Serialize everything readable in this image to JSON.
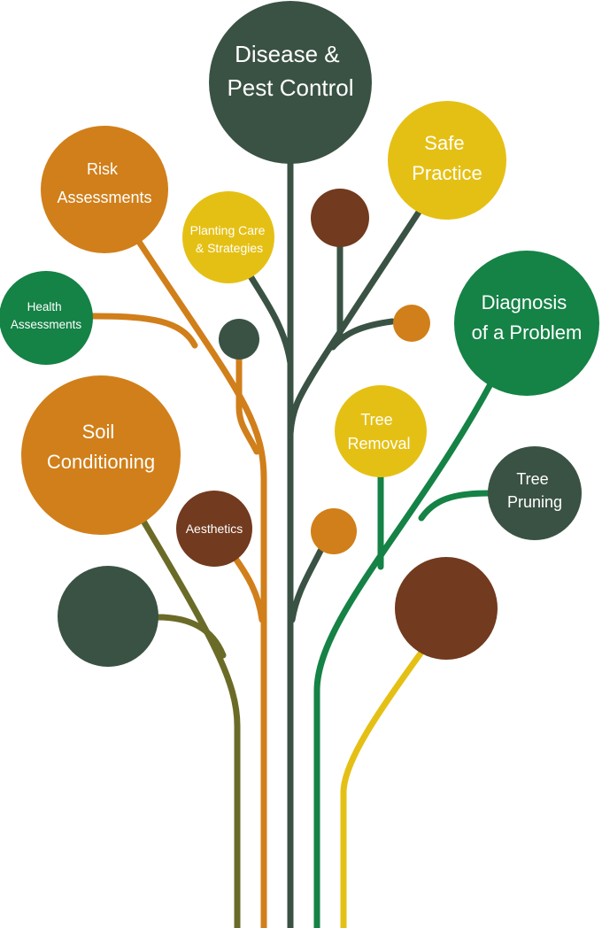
{
  "colors": {
    "dark_green": "#3a5244",
    "green": "#158246",
    "orange": "#d17f1a",
    "yellow": "#e5c014",
    "brown": "#723a1e",
    "olive": "#6b6b28"
  },
  "nodes": {
    "disease_pest_control": {
      "lines": [
        "Disease &",
        "Pest Control"
      ]
    },
    "safe_practice": {
      "lines": [
        "Safe",
        "Practice"
      ]
    },
    "risk_assessments": {
      "lines": [
        "Risk",
        "Assessments"
      ]
    },
    "planting_care": {
      "lines": [
        "Planting Care",
        "& Strategies"
      ]
    },
    "health_assessments": {
      "lines": [
        "Health",
        "Assessments"
      ]
    },
    "diagnosis": {
      "lines": [
        "Diagnosis",
        "of a Problem"
      ]
    },
    "soil_conditioning": {
      "lines": [
        "Soil",
        "Conditioning"
      ]
    },
    "tree_removal": {
      "lines": [
        "Tree",
        "Removal"
      ]
    },
    "tree_pruning": {
      "lines": [
        "Tree",
        "Pruning"
      ]
    },
    "aesthetics": {
      "lines": [
        "Aesthetics"
      ]
    }
  }
}
